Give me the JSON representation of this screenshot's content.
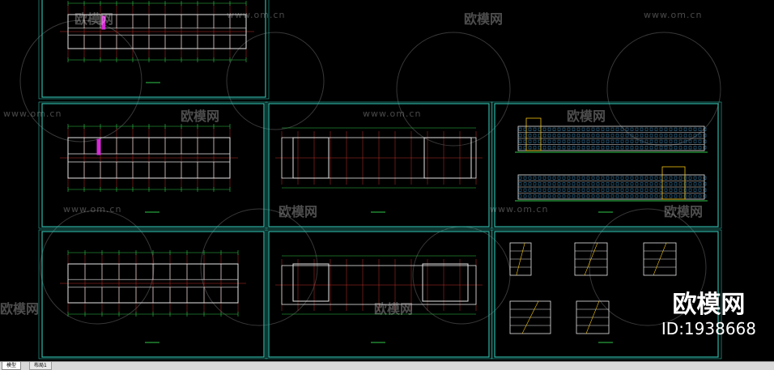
{
  "watermarks": {
    "site": "www.om.cn",
    "brand": "欧模网"
  },
  "logo": {
    "text": "欧模网",
    "id": "ID:1938668"
  },
  "tabs": {
    "model": "模型",
    "layout1": "布局1"
  },
  "drawing": {
    "line_color": "#2fb8a8",
    "plan_color": "#e6e6e6",
    "grid_color": "#c0302a",
    "dim_color": "#31c94a",
    "accent_magenta": "#d62bd6",
    "accent_yellow": "#f2c20f"
  }
}
